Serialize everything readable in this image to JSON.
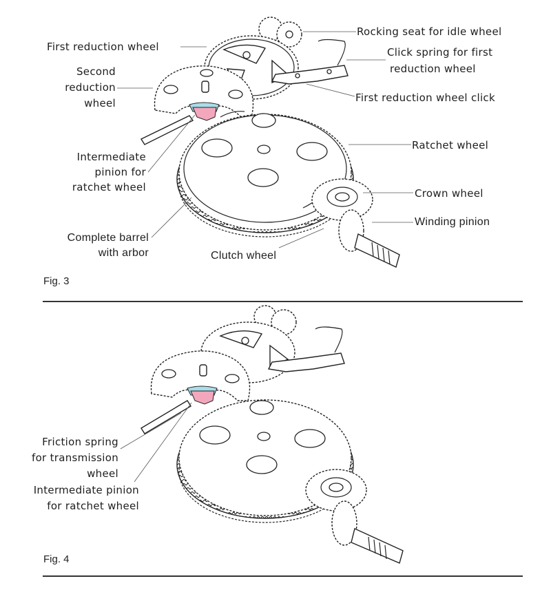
{
  "figures": [
    {
      "caption": "Fig. 3",
      "labels": {
        "rocking_seat": "Rocking seat for idle wheel",
        "first_reduction_wheel": "First reduction wheel",
        "click_spring_l1": "Click spring for first",
        "click_spring_l2": "reduction wheel",
        "second_reduction_l1": "Second",
        "second_reduction_l2": "reduction",
        "second_reduction_l3": "wheel",
        "first_reduction_click": "First reduction wheel click",
        "intermediate_l1": "Intermediate",
        "intermediate_l2": "pinion for",
        "intermediate_l3": "ratchet wheel",
        "ratchet_wheel": "Ratchet wheel",
        "crown_wheel": "Crown wheel",
        "winding_pinion": "Winding pinion",
        "barrel_l1": "Complete barrel",
        "barrel_l2": "with arbor",
        "clutch_wheel": "Clutch wheel"
      }
    },
    {
      "caption": "Fig. 4",
      "labels": {
        "friction_l1": "Friction spring",
        "friction_l2": "for transmission",
        "friction_l3": "wheel",
        "intermediate_l1": "Intermediate pinion",
        "intermediate_l2": "for ratchet wheel"
      }
    }
  ],
  "colors": {
    "pinion_pink": "#f2a7bd",
    "spring_blue": "#a9dde8",
    "line": "#222222"
  }
}
